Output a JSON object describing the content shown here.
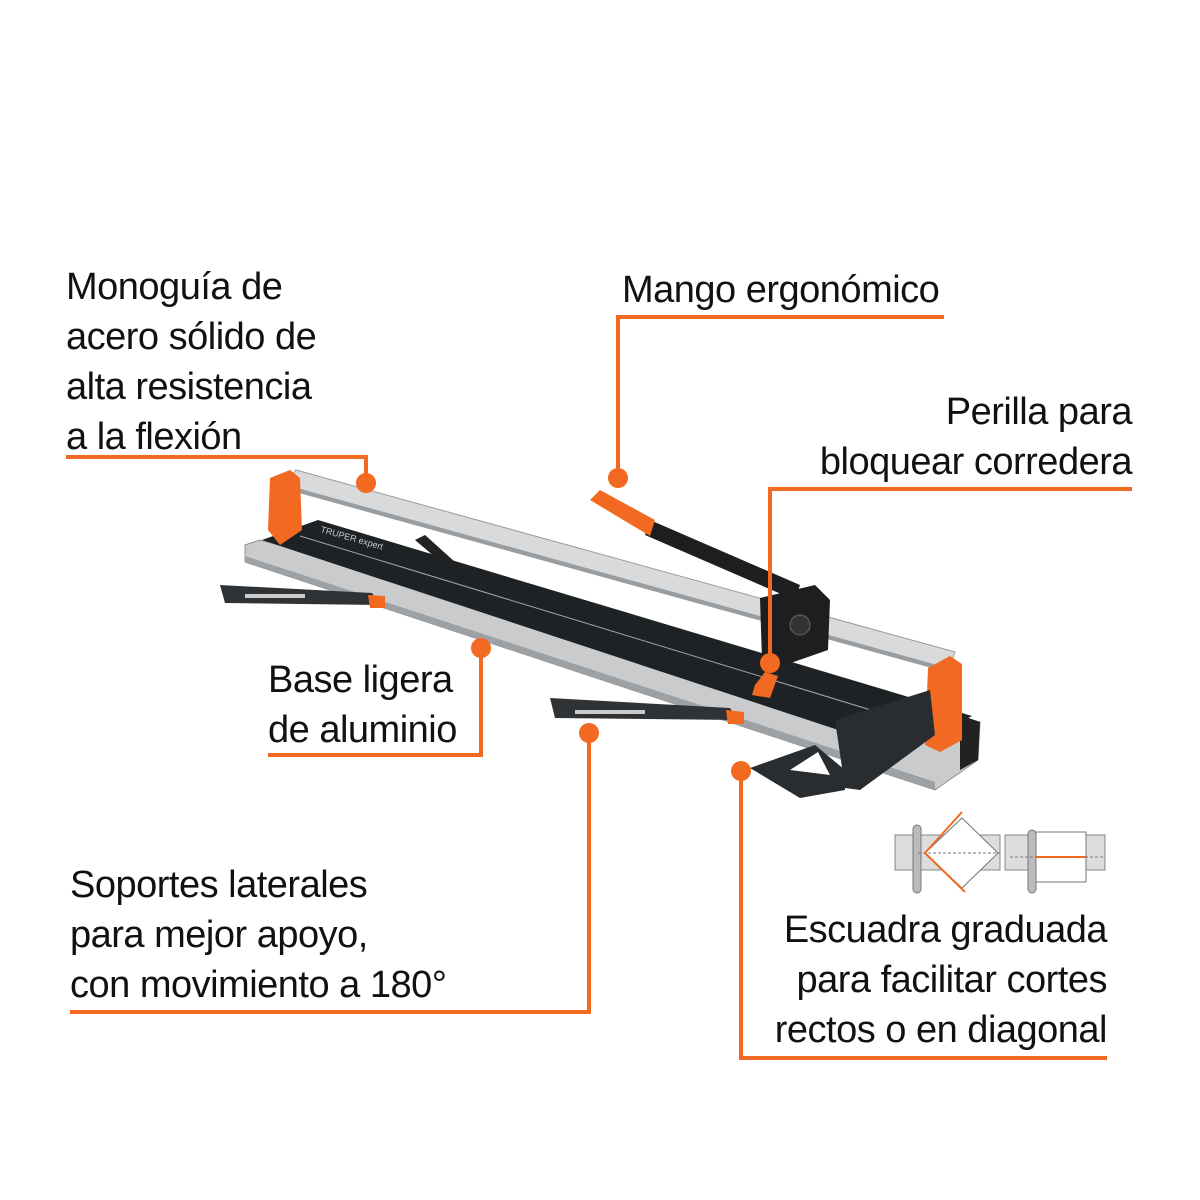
{
  "accent_color": "#f26a21",
  "brand_logo_text": "TRUPER expert",
  "callouts": [
    {
      "id": "rail",
      "lines": [
        "Monoguía de",
        "acero sólido de",
        "alta resistencia",
        "a la flexión"
      ]
    },
    {
      "id": "handle",
      "lines": [
        "Mango ergonómico"
      ]
    },
    {
      "id": "knob",
      "lines": [
        "Perilla para",
        "bloquear corredera"
      ]
    },
    {
      "id": "base",
      "lines": [
        "Base ligera",
        "de aluminio"
      ]
    },
    {
      "id": "supports",
      "lines": [
        "Soportes laterales",
        "para mejor apoyo,",
        "con movimiento a 180°"
      ]
    },
    {
      "id": "square",
      "lines": [
        "Escuadra graduada",
        "para facilitar cortes",
        "rectos o en diagonal"
      ]
    }
  ],
  "icons": [
    "diagonal-cut-diagram-icon",
    "straight-cut-diagram-icon"
  ]
}
